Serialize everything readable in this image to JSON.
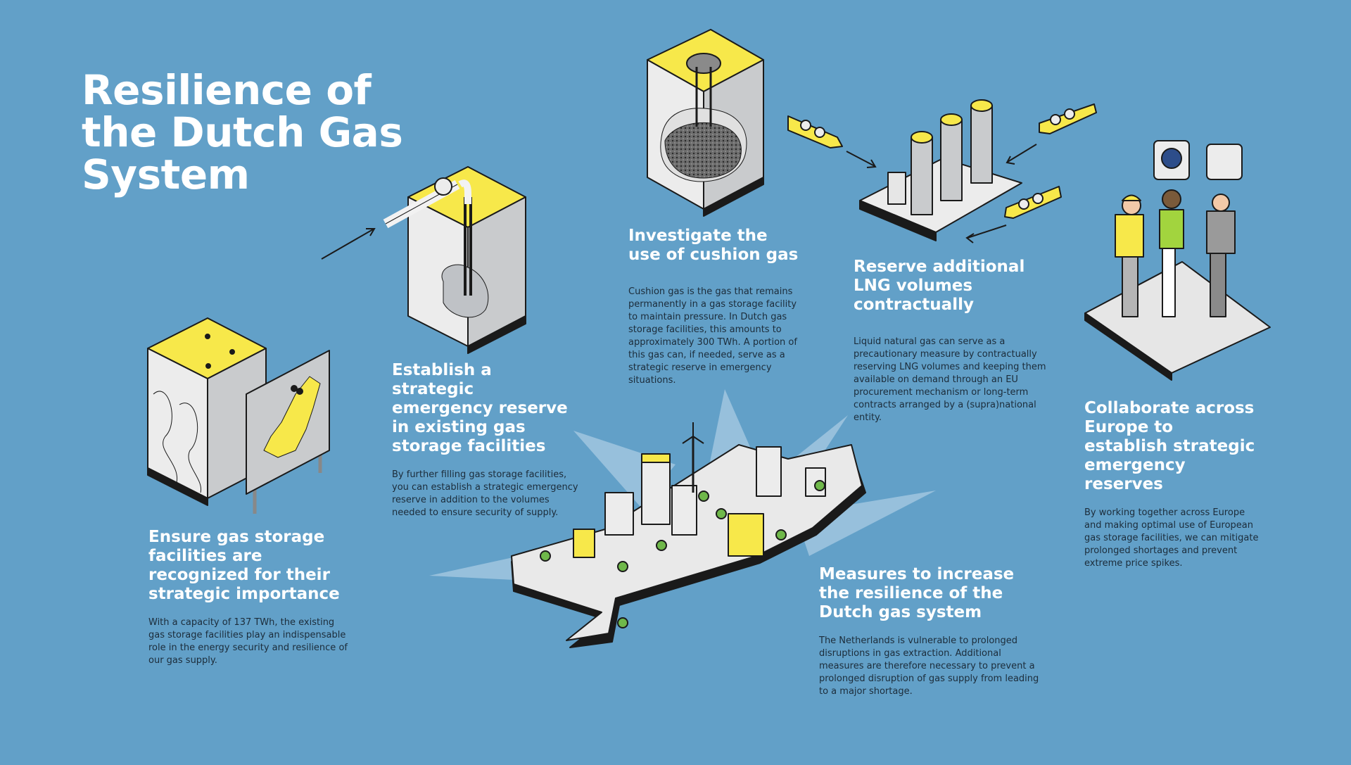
{
  "title": "Resilience of the Dutch Gas System",
  "sections": {
    "recognize": {
      "heading": "Ensure gas storage facilities are recognized for their strategic importance",
      "body": "With a capacity of 137 TWh, the existing gas storage facilities play an indispensable role in the energy security and resilience of our gas supply."
    },
    "reserve": {
      "heading": "Establish a strategic emergency reserve in existing gas storage facilities",
      "body": "By further filling gas storage facilities, you can establish a strategic emergency reserve in addition to the volumes needed to ensure security of supply."
    },
    "cushion": {
      "heading": "Investigate the use of cushion gas",
      "body": "Cushion gas is the gas that remains permanently in a gas storage facility to maintain pressure. In Dutch gas storage facilities, this amounts to approximately 300 TWh. A portion of this gas can, if needed, serve as a strategic reserve in emergency situations."
    },
    "lng": {
      "heading": "Reserve additional LNG volumes contractually",
      "body": "Liquid natural gas can serve as a precautionary measure by contractually reserving LNG volumes and keeping them available on demand through an EU procurement mechanism or long-term contracts arranged by a (supra)national entity."
    },
    "europe": {
      "heading": "Collaborate across Europe to establish strategic emergency reserves",
      "body": "By working together across Europe and making optimal use of European gas storage facilities, we can mitigate prolonged shortages and prevent extreme price spikes."
    },
    "measures": {
      "heading": "Measures to increase the resilience of the Dutch gas system",
      "body": "The Netherlands is vulnerable to prolonged disruptions in gas extraction. Additional measures are therefore necessary to prevent a prolonged disruption of gas supply from leading to a major shortage."
    }
  },
  "colors": {
    "background": "#62a0c8",
    "accent_yellow": "#f7e84a",
    "ink": "#1a1a1a",
    "panel": "#eceef0",
    "body_text": "#1c2c3a"
  }
}
